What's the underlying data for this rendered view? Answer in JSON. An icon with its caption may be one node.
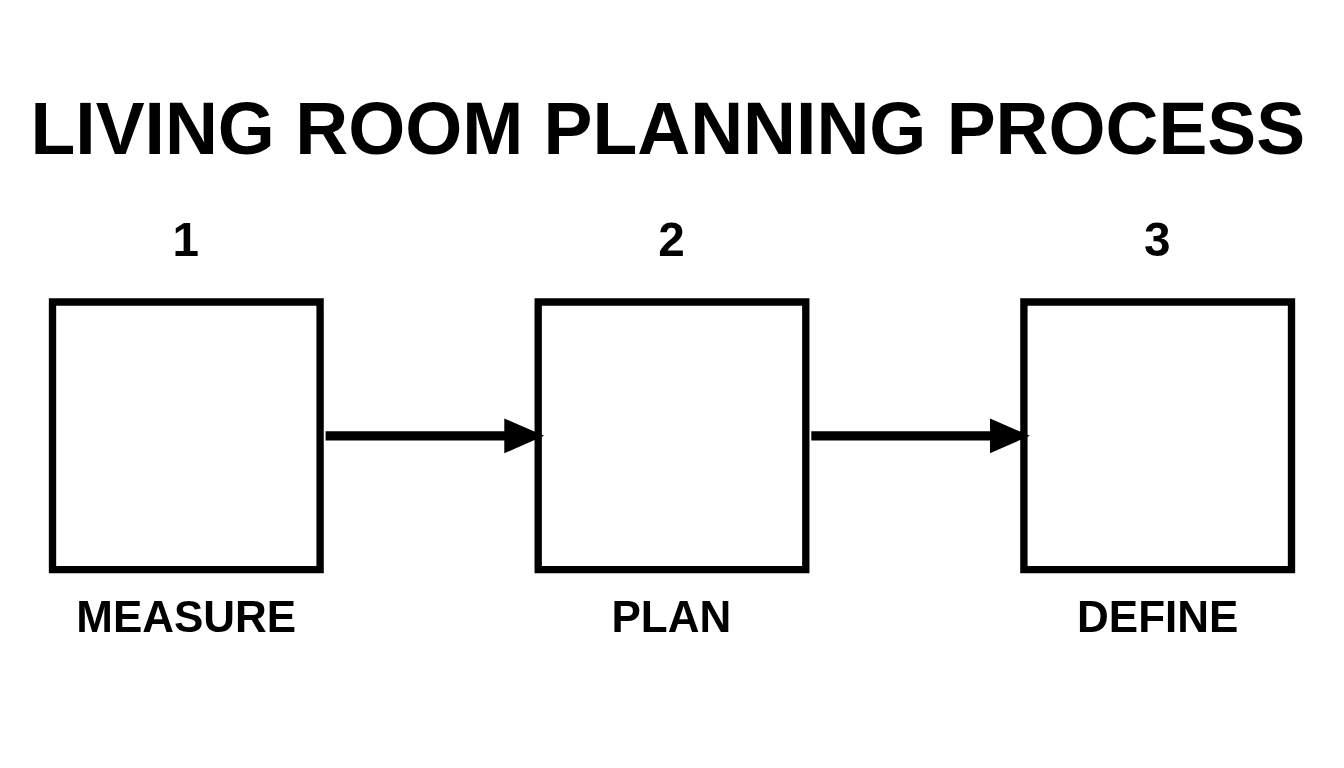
{
  "diagram": {
    "title": "LIVING ROOM PLANNING PROCESS",
    "nodes": [
      {
        "text": [
          "1"
        ],
        "beside": [
          "MEASURE"
        ]
      },
      {
        "text": [
          "2"
        ],
        "beside": [
          "PLAN"
        ]
      },
      {
        "text": [
          "3"
        ],
        "beside": [
          "DEFINE"
        ]
      }
    ],
    "edges": [
      {
        "from": 0,
        "to": 1,
        "arrow": "to"
      },
      {
        "from": 1,
        "to": 2,
        "arrow": "to"
      }
    ]
  }
}
